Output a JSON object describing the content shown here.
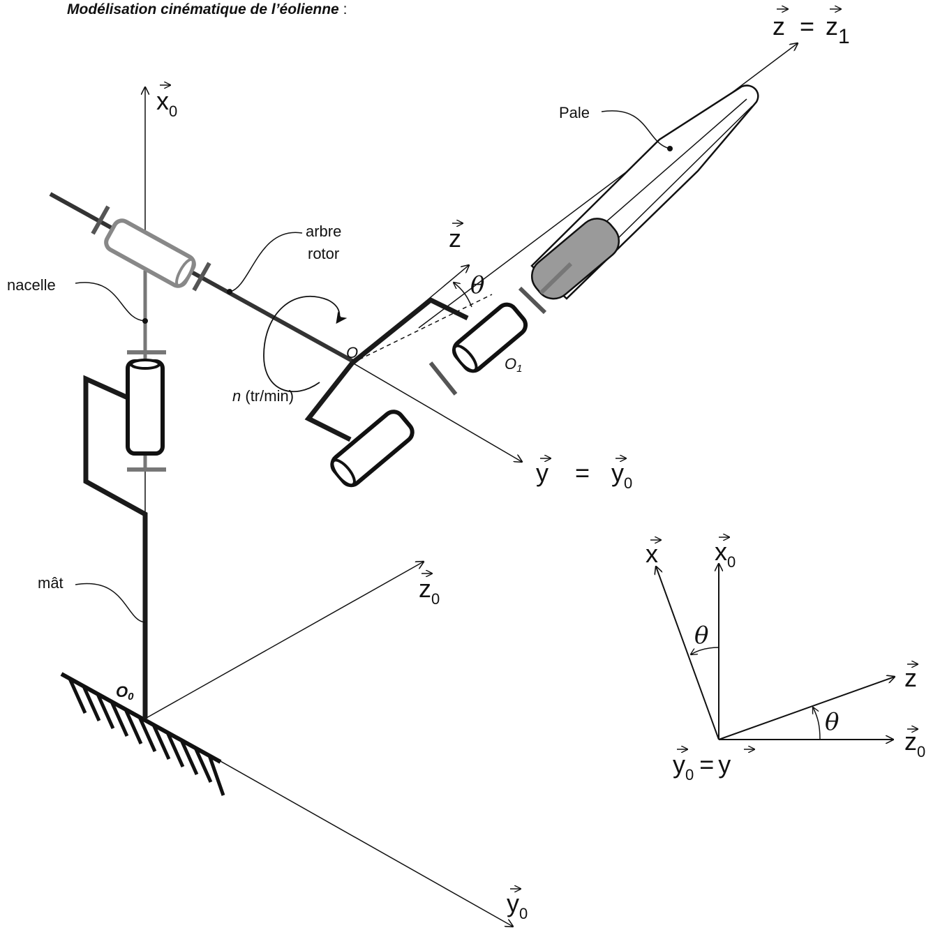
{
  "title": "Modélisation cinématique de l’éolienne",
  "title_colon": " :",
  "labels": {
    "pale": "Pale",
    "arbre": "arbre",
    "rotor": "rotor",
    "nacelle": "nacelle",
    "mat": "mât",
    "speed_var": "n",
    "speed_unit": " (tr/min)",
    "point_o": "O",
    "point_o1": "O",
    "point_o1_sub": "1",
    "point_o0": "O",
    "point_o0_sub": "0"
  },
  "vectors": {
    "z_eq_z1": {
      "a": "z",
      "eq": "=",
      "b": "z",
      "b_sub": "1"
    },
    "x0_top": {
      "base": "x",
      "sub": "0"
    },
    "z_mid": {
      "base": "z"
    },
    "y_eq_y0": {
      "a": "y",
      "eq": "=",
      "b": "y",
      "b_sub": "0"
    },
    "z0_main": {
      "base": "z",
      "sub": "0"
    },
    "y0_main": {
      "base": "y",
      "sub": "0"
    }
  },
  "inset": {
    "x": "x",
    "x0": "x",
    "x0_sub": "0",
    "z": "z",
    "z0": "z",
    "z0_sub": "0",
    "y0": "y",
    "y0_sub": "0",
    "eq": "=",
    "y": "y",
    "theta": "θ"
  },
  "theta": "θ",
  "colors": {
    "ink": "#111111",
    "pale_fill": "#9a9a9a",
    "grey_part": "#777777"
  }
}
